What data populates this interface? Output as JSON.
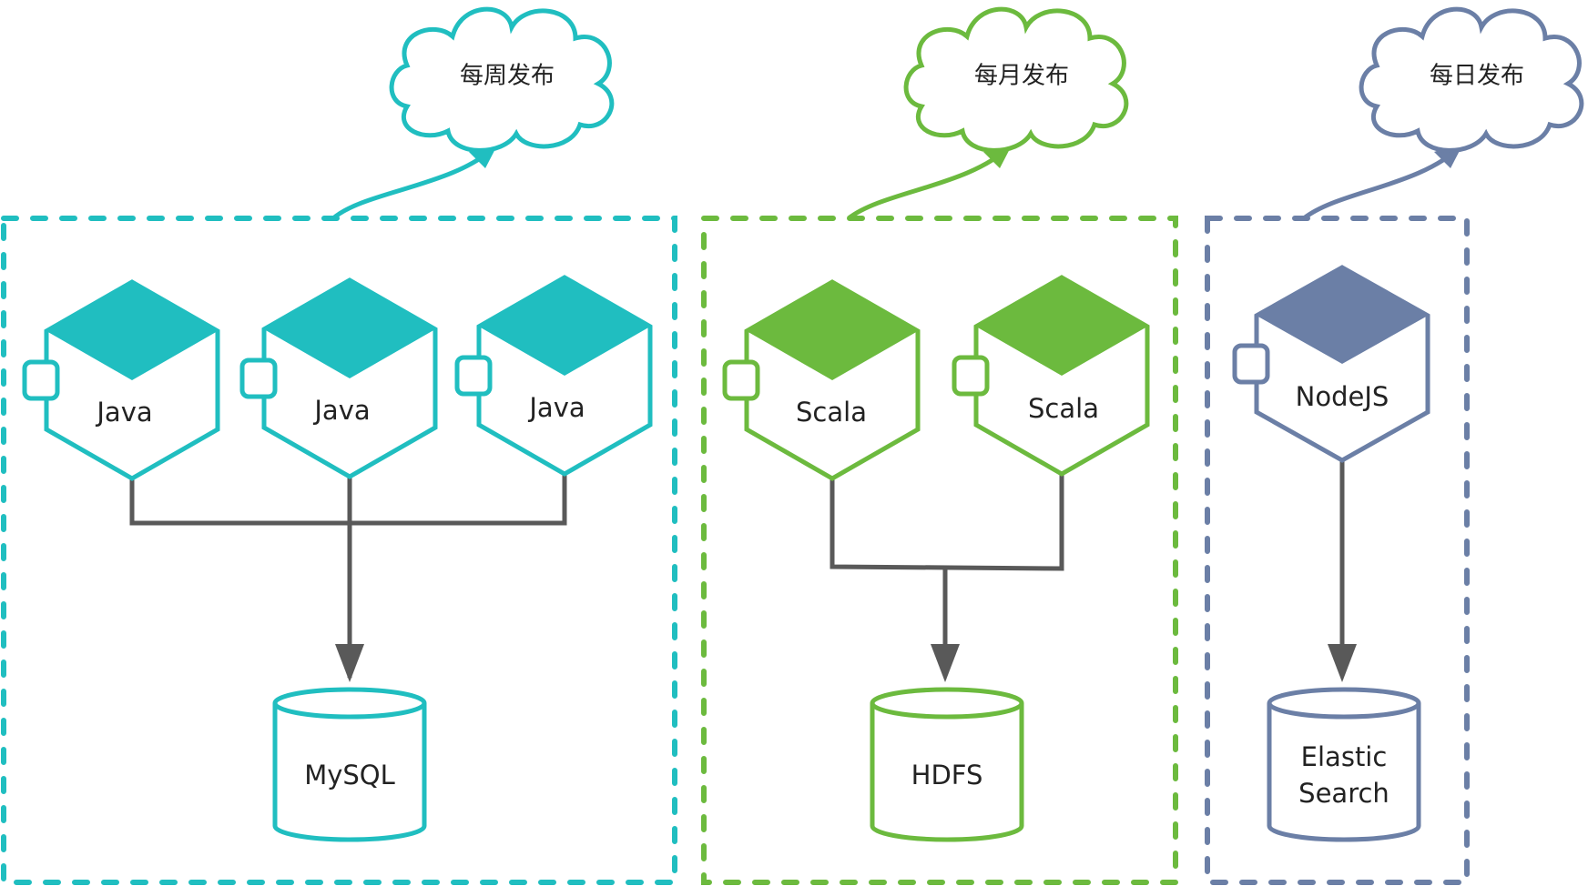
{
  "colors": {
    "teal": "#20bec0",
    "green": "#6cba3e",
    "slate": "#6b7fa6",
    "connector": "#595959"
  },
  "groups": [
    {
      "id": "weekly",
      "color": "teal",
      "cloud_label": "每周发布",
      "services": [
        "Java",
        "Java",
        "Java"
      ],
      "storage": "MySQL"
    },
    {
      "id": "monthly",
      "color": "green",
      "cloud_label": "每月发布",
      "services": [
        "Scala",
        "Scala"
      ],
      "storage": "HDFS"
    },
    {
      "id": "daily",
      "color": "slate",
      "cloud_label": "每日发布",
      "services": [
        "NodeJS"
      ],
      "storage_lines": [
        "Elastic",
        "Search"
      ]
    }
  ]
}
